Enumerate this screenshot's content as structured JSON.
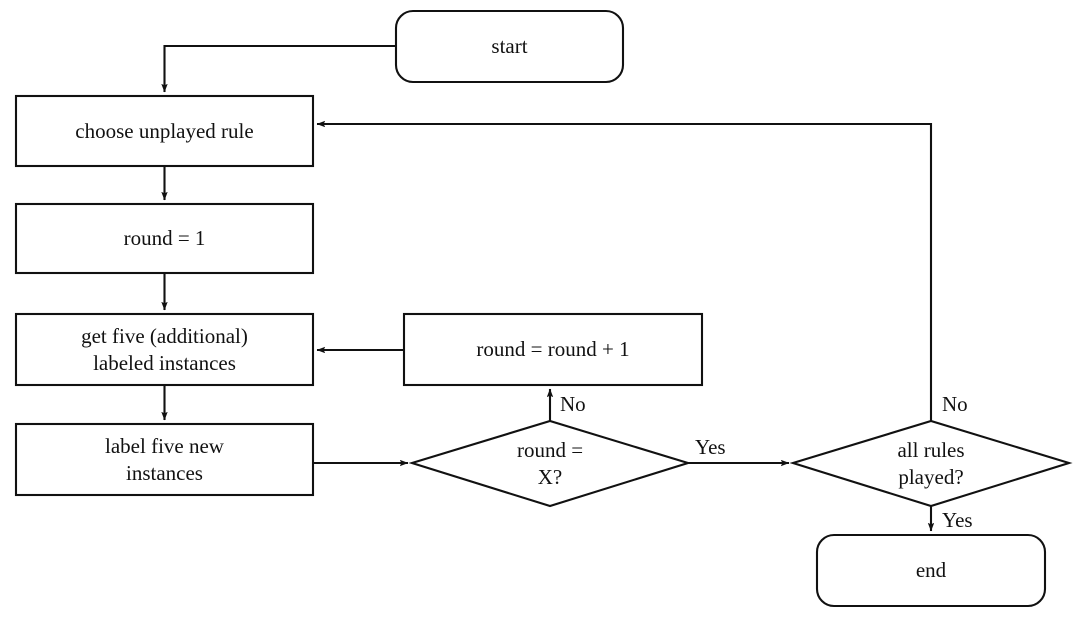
{
  "diagram": {
    "title": "active learning rule-playing flowchart",
    "background_color": "#ffffff",
    "stroke_color": "#111111",
    "text_color": "#111111"
  },
  "nodes": {
    "start": {
      "label": "start",
      "shape": "rounded-rectangle"
    },
    "choose_rule": {
      "label": "choose unplayed rule",
      "shape": "rectangle"
    },
    "round_init": {
      "label": "round = 1",
      "shape": "rectangle"
    },
    "get_instances": {
      "label": "get five (additional)\nlabeled instances",
      "shape": "rectangle"
    },
    "label_instances": {
      "label": "label five new\ninstances",
      "shape": "rectangle"
    },
    "round_increment": {
      "label": "round = round + 1",
      "shape": "rectangle"
    },
    "round_check": {
      "label": "round =\nX?",
      "shape": "diamond"
    },
    "rules_check": {
      "label": "all rules\nplayed?",
      "shape": "diamond"
    },
    "end": {
      "label": "end",
      "shape": "rounded-rectangle"
    }
  },
  "edge_labels": {
    "round_check_no": "No",
    "round_check_yes": "Yes",
    "rules_check_no": "No",
    "rules_check_yes": "Yes"
  }
}
